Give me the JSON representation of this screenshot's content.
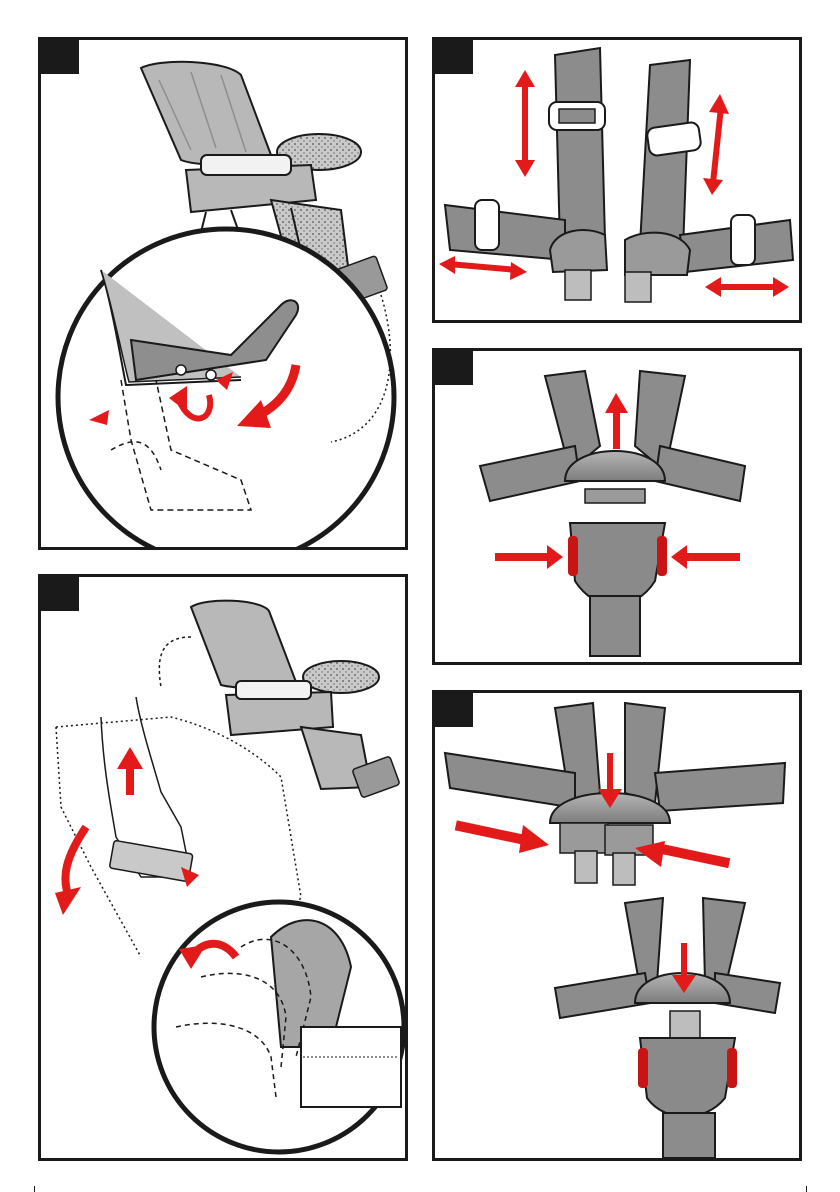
{
  "page": {
    "panel_count": 5,
    "step_badges": [
      "",
      "",
      "",
      "",
      ""
    ]
  },
  "colors": {
    "outline": "#1a1a1a",
    "fabric": "#b8b8b8",
    "fabric_dark": "#8e8e8e",
    "strap": "#8c8c8c",
    "buckle": "#9a9a9a",
    "arrow": "#e21a1a",
    "badge": "#1a1a1a"
  },
  "panels": [
    {
      "id": "seat-tray-release",
      "icons": [
        "high-chair-icon",
        "tray-lever-detail-icon",
        "rotate-arrow-icon",
        "curved-arrow-icon"
      ]
    },
    {
      "id": "seat-cover-fold",
      "icons": [
        "high-chair-icon",
        "hand-icon",
        "up-arrow-icon",
        "curved-arrow-icon",
        "fold-detail-icon"
      ]
    },
    {
      "id": "harness-adjust",
      "icons": [
        "shoulder-strap-icon",
        "waist-strap-icon",
        "buckle-tongue-icon",
        "double-arrow-icon"
      ]
    },
    {
      "id": "buckle-release",
      "icons": [
        "harness-icon",
        "buckle-housing-icon",
        "squeeze-arrow-icon",
        "up-arrow-icon"
      ]
    },
    {
      "id": "buckle-fasten",
      "icons": [
        "harness-icon",
        "buckle-housing-icon",
        "push-arrow-icon",
        "down-arrow-icon"
      ]
    }
  ]
}
